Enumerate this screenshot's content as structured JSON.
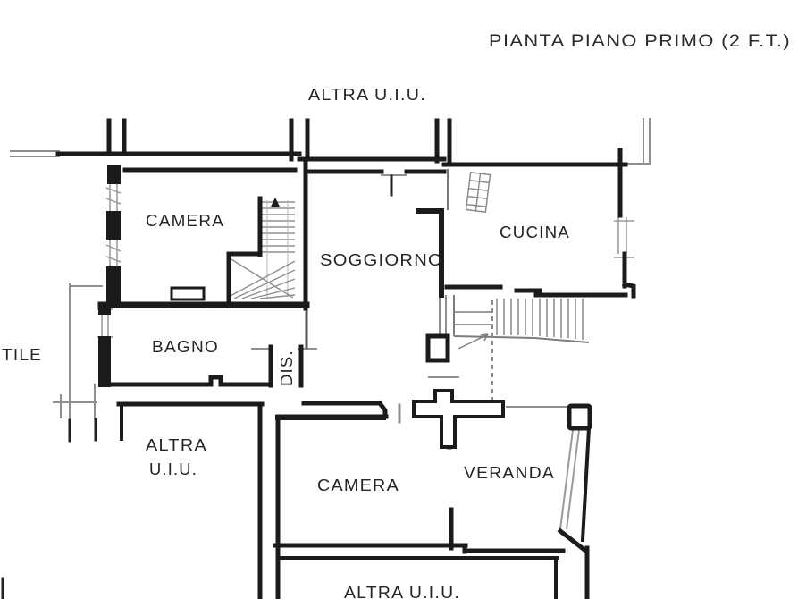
{
  "title": "PIANTA PIANO PRIMO (2 F.T.)",
  "labels": {
    "altra_top": "ALTRA U.I.U.",
    "camera_top": "CAMERA",
    "soggiorno": "SOGGIORNO",
    "cucina": "CUCINA",
    "bagno": "BAGNO",
    "dis": "DIS.",
    "tile": "TILE",
    "altra_left_line1": "ALTRA",
    "altra_left_line2": "U.I.U.",
    "camera_bottom": "CAMERA",
    "veranda": "VERANDA",
    "altra_bottom": "ALTRA U.I.U."
  },
  "colors": {
    "wall": "#1b1b1b",
    "thin_line": "#8f8f8f",
    "background": "#ffffff",
    "text": "#242424"
  }
}
